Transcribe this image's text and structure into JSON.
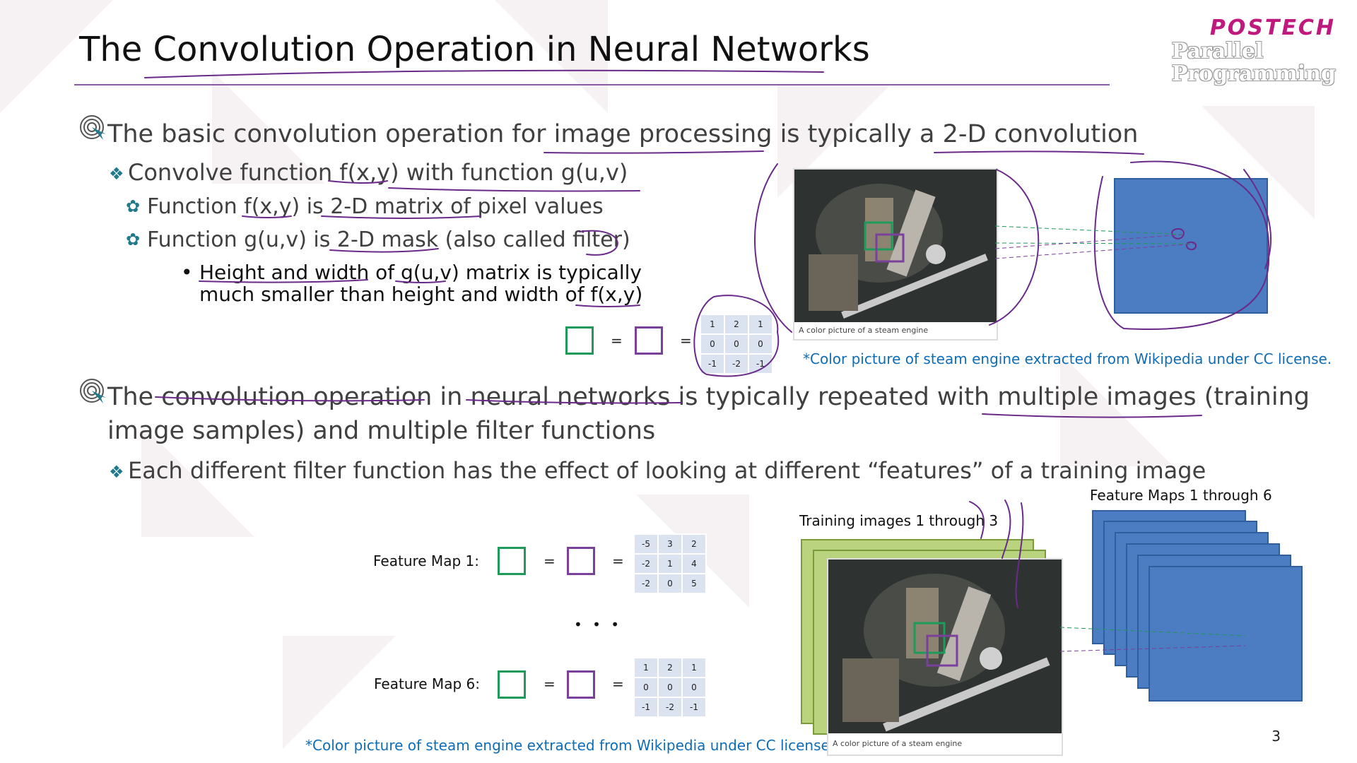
{
  "title": "The Convolution Operation in Neural Networks",
  "logo": {
    "brand": "POSTECH",
    "line1": "Parallel",
    "line2": "Programming"
  },
  "bullets": {
    "b1": "The basic convolution operation for image processing is typically a 2-D convolution",
    "b1a": "Convolve function f(x,y) with function g(u,v)",
    "b1a1": "Function f(x,y) is 2-D matrix of pixel values",
    "b1a2": "Function g(u,v) is 2-D mask (also called filter)",
    "b1a2a_line1": "Height and width of g(u,v) matrix is typically",
    "b1a2a_line2": "much smaller than height and width of f(x,y)",
    "b2_line1": "The convolution operation in neural networks is typically repeated with multiple images (training",
    "b2_line2": "image samples) and multiple filter functions",
    "b2a": "Each different filter function has the effect of looking at different “features” of a training image"
  },
  "equals": "=",
  "matrix_top": [
    [
      "1",
      "2",
      "1"
    ],
    [
      "0",
      "0",
      "0"
    ],
    [
      "-1",
      "-2",
      "-1"
    ]
  ],
  "matrix_fm1": [
    [
      "-5",
      "3",
      "2"
    ],
    [
      "-2",
      "1",
      "4"
    ],
    [
      "-2",
      "0",
      "5"
    ]
  ],
  "matrix_fm6": [
    [
      "1",
      "2",
      "1"
    ],
    [
      "0",
      "0",
      "0"
    ],
    [
      "-1",
      "-2",
      "-1"
    ]
  ],
  "photo_caption": "A color picture of a steam engine",
  "note_top": "*Color picture of steam engine extracted from Wikipedia under CC license.",
  "note_bottom": "*Color picture of steam engine extracted from Wikipedia under CC license.",
  "labels": {
    "training": "Training images 1 through 3",
    "feature_maps": "Feature Maps 1 through 6",
    "fm1": "Feature Map 1:",
    "fm6": "Feature Map 6:",
    "ellipsis": "• • •"
  },
  "page_number": "3",
  "colors": {
    "accent": "#8e5aa5",
    "brand": "#c0197d",
    "teal": "#1f7a8c",
    "note": "#0f6db7",
    "map_blue": "#4c7cc1"
  },
  "icons": {
    "level1": "target-cursor-icon",
    "level2": "diamond-cluster-icon",
    "level3": "gear-icon"
  }
}
